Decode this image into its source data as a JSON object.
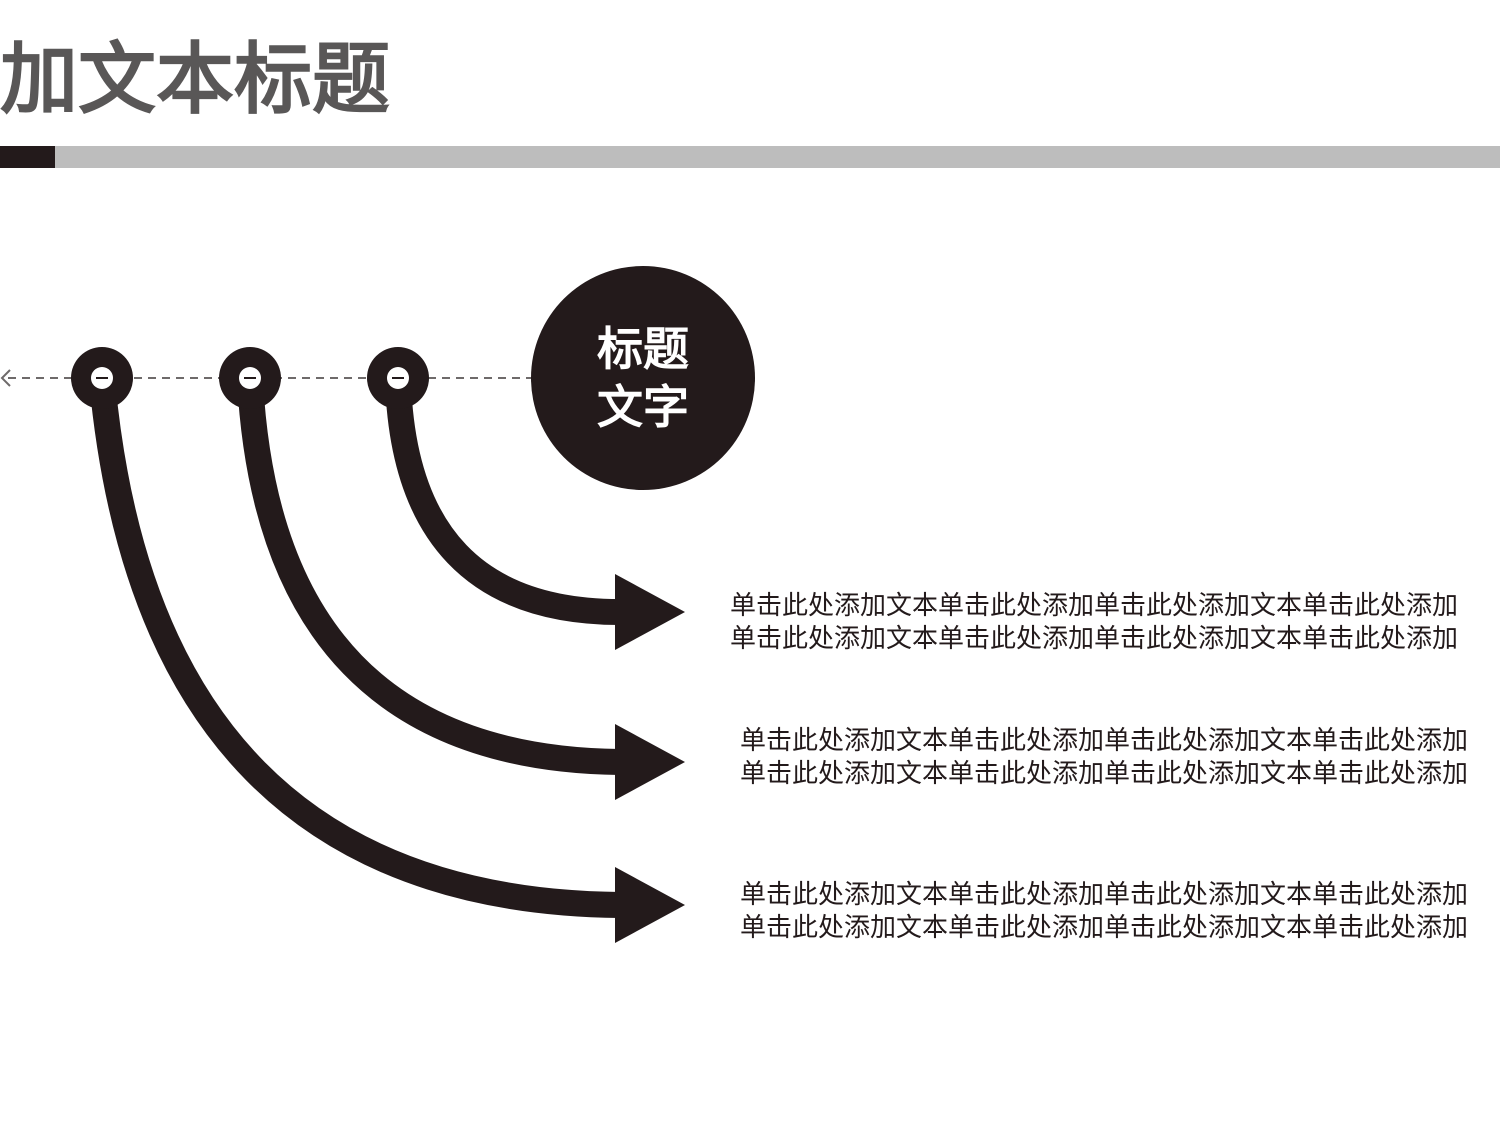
{
  "page": {
    "title": "加文本标题",
    "accent_color": "#231a1b",
    "title_color": "#595757",
    "bar_color": "#bdbdbd"
  },
  "center": {
    "line1": "标题",
    "line2": "文字"
  },
  "items": [
    {
      "line1": "单击此处添加文本单击此处添加单击此处添加文本单击此处添加",
      "line2": "单击此处添加文本单击此处添加单击此处添加文本单击此处添加"
    },
    {
      "line1": "单击此处添加文本单击此处添加单击此处添加文本单击此处添加",
      "line2": "单击此处添加文本单击此处添加单击此处添加文本单击此处添加"
    },
    {
      "line1": "单击此处添加文本单击此处添加单击此处添加文本单击此处添加",
      "line2": "单击此处添加文本单击此处添加单击此处添加文本单击此处添加"
    }
  ]
}
